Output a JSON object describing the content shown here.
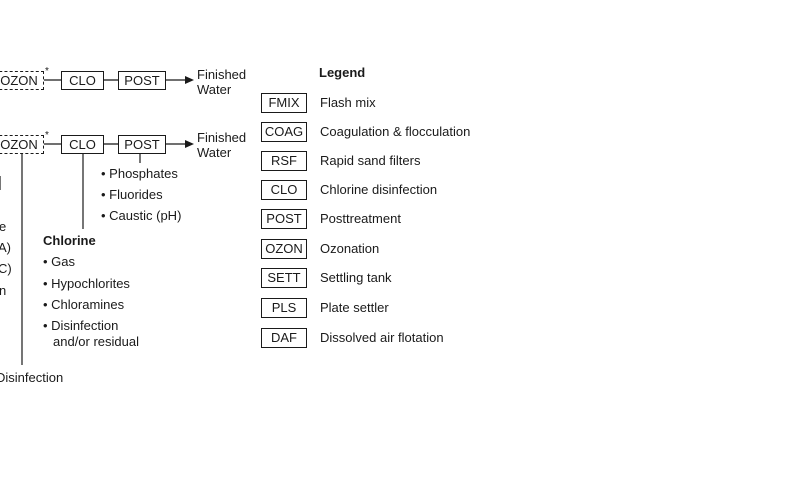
{
  "row1": {
    "ozon": "OZON",
    "star": "*",
    "clo": "CLO",
    "post": "POST",
    "out1": "Finished",
    "out2": "Water"
  },
  "row2": {
    "ozon": "OZON",
    "star": "*",
    "clo": "CLO",
    "post": "POST",
    "out1": "Finished",
    "out2": "Water"
  },
  "post_items": [
    "• Phosphates",
    "• Fluorides",
    "• Caustic (pH)"
  ],
  "chlorine": {
    "title": "Chlorine",
    "items": [
      "• Gas",
      "• Hypochlorites",
      "• Chloramines",
      "• Disinfection",
      "and/or residual"
    ]
  },
  "left_fragments": [
    "e",
    "A)",
    "C)",
    "n"
  ],
  "bottom_fragment": "Disinfection",
  "legend": {
    "title": "Legend",
    "items": [
      {
        "code": "FMIX",
        "label": "Flash mix"
      },
      {
        "code": "COAG",
        "label": "Coagulation & flocculation"
      },
      {
        "code": "RSF",
        "label": "Rapid sand filters"
      },
      {
        "code": "CLO",
        "label": "Chlorine disinfection"
      },
      {
        "code": "POST",
        "label": "Posttreatment"
      },
      {
        "code": "OZON",
        "label": "Ozonation"
      },
      {
        "code": "SETT",
        "label": "Settling tank"
      },
      {
        "code": "PLS",
        "label": "Plate settler"
      },
      {
        "code": "DAF",
        "label": "Dissolved air flotation"
      }
    ]
  }
}
